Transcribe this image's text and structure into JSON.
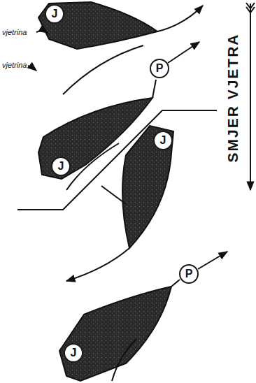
{
  "diagram": {
    "nodes": [
      {
        "text": [
          "J"
        ]
      },
      {
        "text": [
          "P"
        ]
      },
      {
        "text": [
          "J"
        ]
      },
      {
        "text": [
          "J"
        ]
      },
      {
        "text": [
          "P"
        ]
      },
      {
        "text": [
          "J"
        ]
      }
    ],
    "labels": [
      "vjetrina",
      "vjetrina",
      "SMJER VJETRA"
    ]
  }
}
